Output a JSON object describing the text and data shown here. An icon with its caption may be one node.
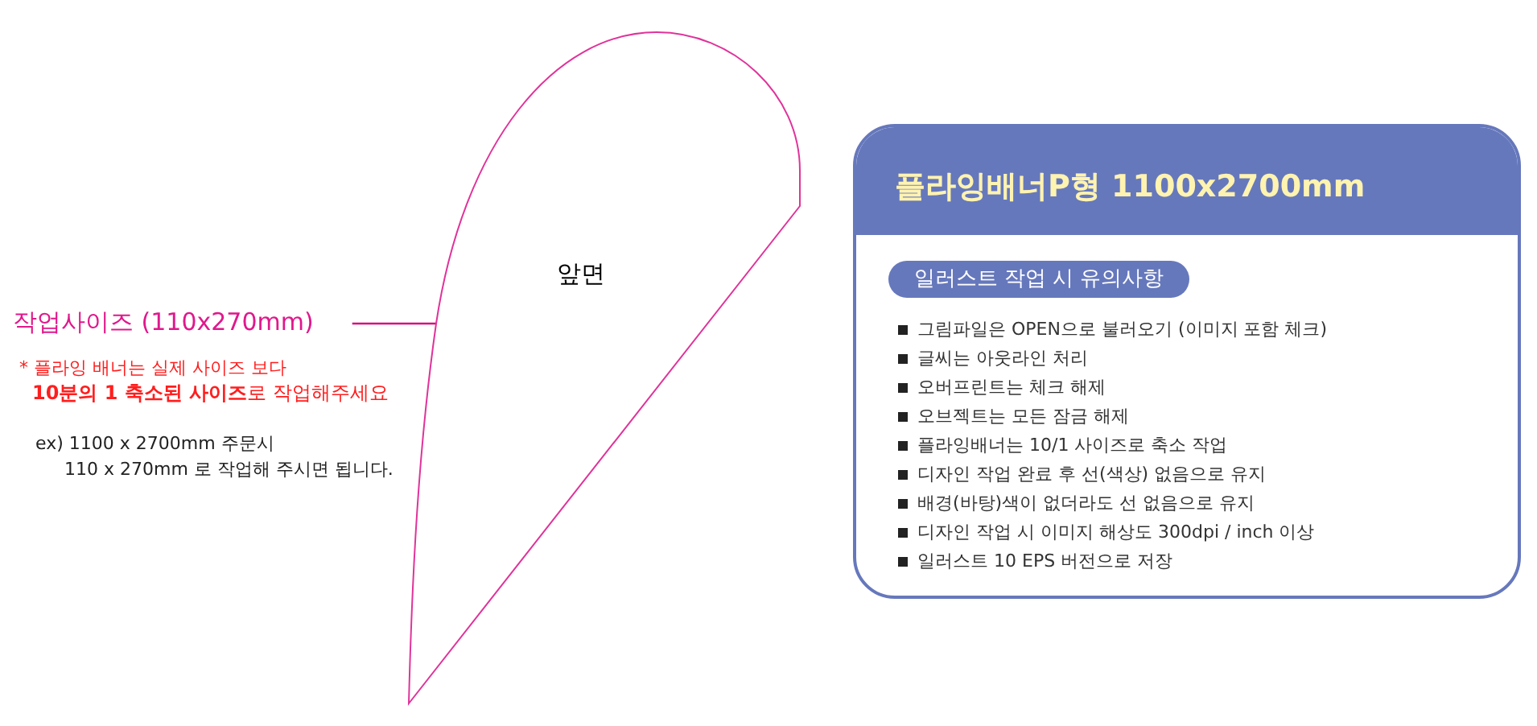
{
  "diagram": {
    "nodes": [
      {
        "text": [
          "작업사이즈 (110x270mm)"
        ]
      },
      {
        "text": [
          "앞면"
        ]
      },
      {
        "text": [
          "플라잉배너P형 1100x2700mm",
          "그림파일은 OPEN으로 불러오기 (이미지 포함 체크)",
          "글씨는 아웃라인 처리",
          "오버프린트는 체크 해제",
          "오브젝트는 모든 잠금 해제",
          "플라잉배너는 10/1 사이즈로 축소 작업",
          "디자인 작업 완료 후 선(색상) 없음으로 유지",
          "배경(바탕)색이 없더라도 선 없음으로 유지",
          "디자인 작업 시 이미지 해상도 300dpi / inch 이상",
          "일러스트 10 EPS 버전으로 저장"
        ]
      },
      {
        "text": [
          "일러스트 작업 시 유의사항"
        ],
        "in": 2
      }
    ],
    "edges": [
      {
        "from": 0,
        "to": 1,
        "arrow": "none",
        "color": "#d6127f"
      }
    ],
    "labels": [
      "* 플라잉 배너는 실제 사이즈 보다",
      "**10분의 1 축소된 사이즈**로 작업해주세요",
      "ex) 1100 x 2700mm 주문시",
      "110 x 270mm 로 작업해 주시면 됩니다."
    ]
  }
}
